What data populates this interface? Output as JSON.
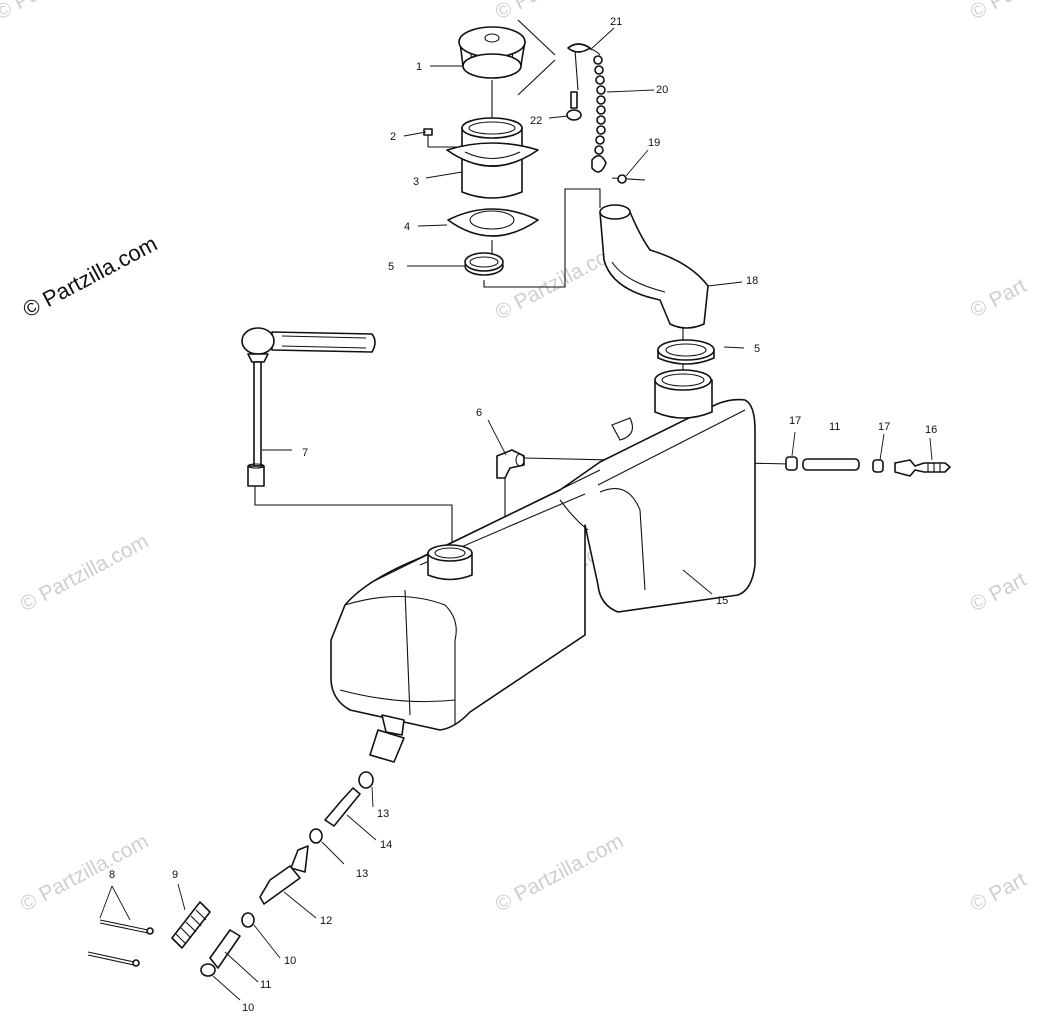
{
  "watermark": {
    "main": "© Partzilla.com",
    "faint": "© Partzilla.com",
    "edge": "© Part"
  },
  "callouts": [
    "1",
    "2",
    "3",
    "4",
    "5",
    "5",
    "6",
    "7",
    "8",
    "9",
    "10",
    "10",
    "11",
    "11",
    "12",
    "13",
    "13",
    "14",
    "15",
    "16",
    "17",
    "17",
    "18",
    "19",
    "20",
    "21",
    "22"
  ]
}
